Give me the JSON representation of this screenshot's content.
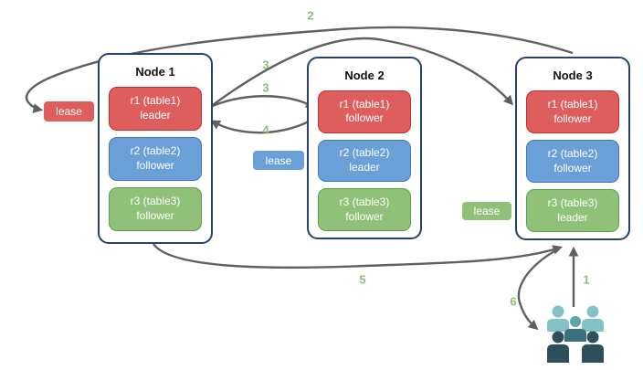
{
  "nodes": [
    {
      "title": "Node 1",
      "replicas": [
        {
          "label": "r1 (table1)",
          "role": "leader"
        },
        {
          "label": "r2 (table2)",
          "role": "follower"
        },
        {
          "label": "r3 (table3)",
          "role": "follower"
        }
      ]
    },
    {
      "title": "Node 2",
      "replicas": [
        {
          "label": "r1 (table1)",
          "role": "follower"
        },
        {
          "label": "r2 (table2)",
          "role": "leader"
        },
        {
          "label": "r3 (table3)",
          "role": "follower"
        }
      ]
    },
    {
      "title": "Node 3",
      "replicas": [
        {
          "label": "r1 (table1)",
          "role": "follower"
        },
        {
          "label": "r2 (table2)",
          "role": "follower"
        },
        {
          "label": "r3 (table3)",
          "role": "leader"
        }
      ]
    }
  ],
  "leases": {
    "red": {
      "label": "lease"
    },
    "blue": {
      "label": "lease"
    },
    "green": {
      "label": "lease"
    }
  },
  "steps": {
    "s1": "1",
    "s2": "2",
    "s3a": "3",
    "s3b": "3",
    "s4": "4",
    "s5": "5",
    "s6": "6"
  },
  "icons": {
    "users": "users-group-icon"
  },
  "colors": {
    "replica_red_fill": "#dd5e5c",
    "replica_red_border": "#c5302c",
    "replica_blue_fill": "#6a9fd8",
    "replica_blue_border": "#3e78bd",
    "replica_green_fill": "#8fc178",
    "replica_green_border": "#5f9e4a",
    "node_border": "#27436b",
    "arrow": "#606060",
    "step_label": "#8fbf75",
    "users_light": "#85c2c7",
    "users_mid_head": "#5aa6ac",
    "users_mid_body": "#3e6f7d",
    "users_dark": "#2d4f5c"
  }
}
